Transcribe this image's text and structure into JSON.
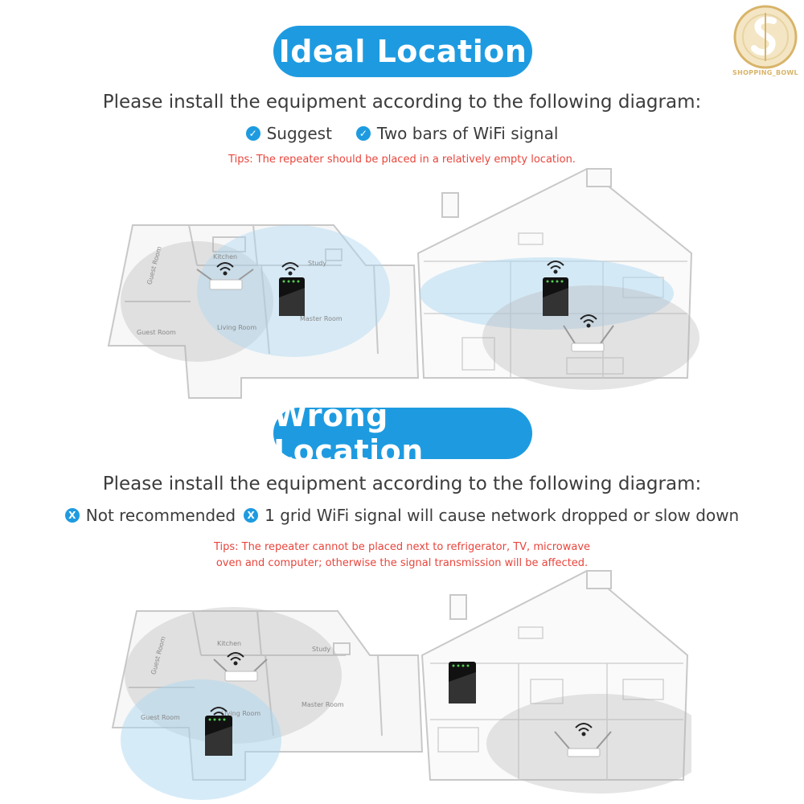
{
  "brand": {
    "logo_text": "SHOPPING_BOWL"
  },
  "ideal": {
    "title": "Ideal Location",
    "heading": "Please install the equipment according to the following diagram:",
    "checks": [
      "Suggest",
      "Two bars of WiFi signal"
    ],
    "tip": "Tips: The repeater should be placed in a relatively empty location."
  },
  "wrong": {
    "title": "Wrong Location",
    "heading": "Please install the equipment according to the following diagram:",
    "checks": [
      "Not recommended",
      "1 grid WiFi signal  will cause network dropped or slow down"
    ],
    "tip_line1": "Tips: The repeater cannot be placed next to refrigerator, TV, microwave",
    "tip_line2": "oven and computer;  otherwise the signal transmission will be affected."
  },
  "rooms": {
    "kitchen": "Kitchen",
    "study": "Study",
    "guest_room": "Guest Room",
    "living_room": "Living Room",
    "master_room": "Master Room"
  },
  "colors": {
    "accent": "#1e9be0",
    "tip": "#e8453c",
    "signal_blue": "#bfe0f4",
    "signal_gray": "#cfcfcf"
  }
}
